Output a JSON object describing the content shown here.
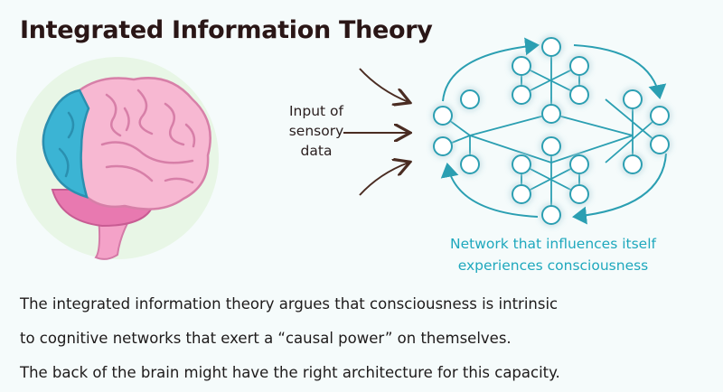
{
  "title": "Integrated Information Theory",
  "input_label": [
    "Input of",
    "sensory",
    "data"
  ],
  "caption": [
    "Network that influences itself",
    "experiences consciousness"
  ],
  "body": [
    "The integrated information theory argues that consciousness is intrinsic",
    "to cognitive networks that exert a “causal power” on themselves.",
    "The back of the brain might have the right architecture for this capacity."
  ],
  "colors": {
    "title": "#2a1616",
    "accent": "#1fa8bd",
    "brain_pink": "#f7b8d2",
    "brain_blue": "#3bb4d4",
    "brain_magenta": "#e879b0",
    "node_glow": "#5fe3ef"
  },
  "icons": [
    "brain-illustration",
    "network-diagram",
    "arrow"
  ]
}
